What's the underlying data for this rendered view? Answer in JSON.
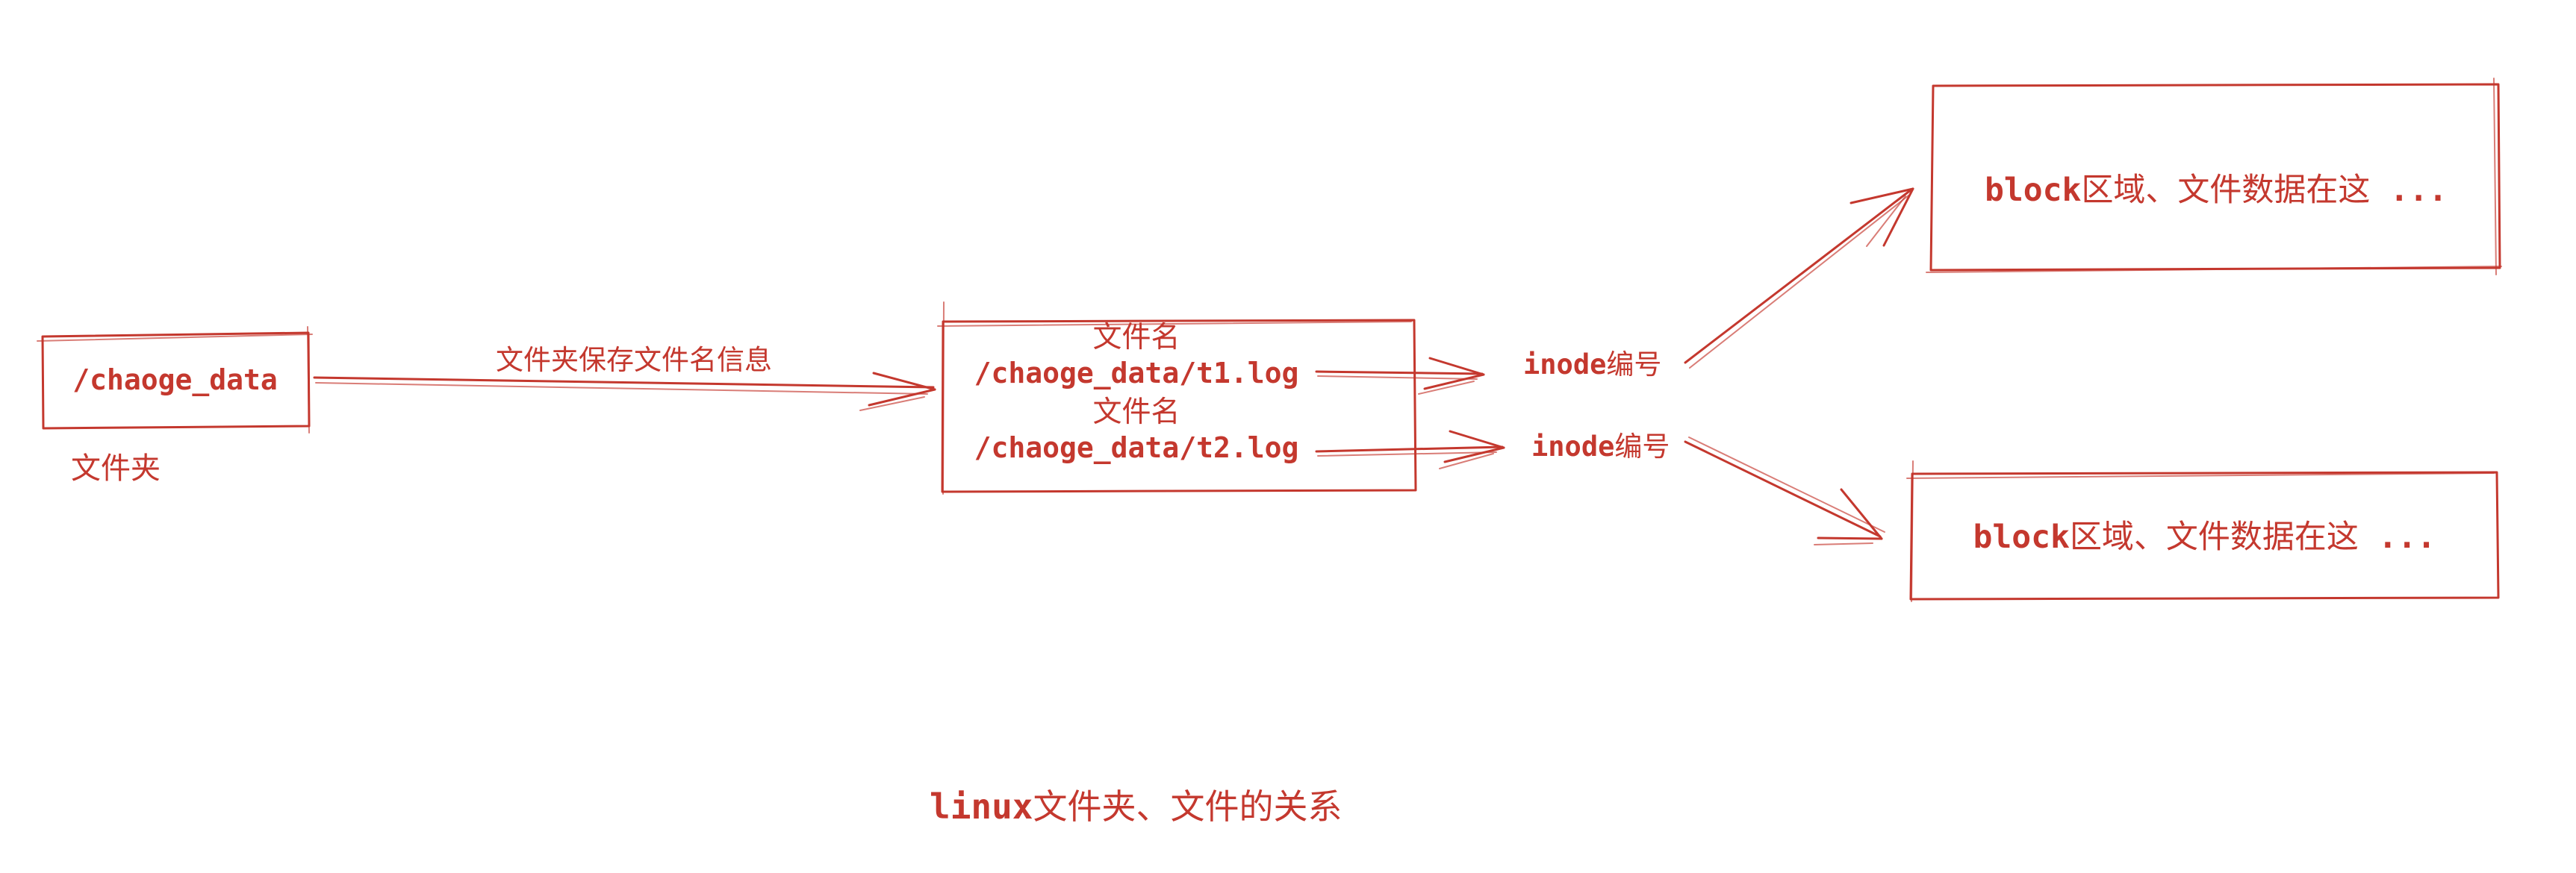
{
  "colors": {
    "accent": "#c4382e",
    "background": "#ffffff"
  },
  "diagram": {
    "folder_box": {
      "path": "/chaoge_data",
      "caption": "文件夹"
    },
    "flow_arrow_label": "文件夹保存文件名信息",
    "file_table": {
      "rows": [
        {
          "label": "文件名",
          "path": "/chaoge_data/t1.log"
        },
        {
          "label": "文件名",
          "path": "/chaoge_data/t2.log"
        }
      ]
    },
    "inode_refs": [
      {
        "mono": "inode",
        "cjk": "编号"
      },
      {
        "mono": "inode",
        "cjk": "编号"
      }
    ],
    "block_boxes": [
      {
        "mono": "block",
        "cjk": "区域、文件数据在这",
        "ellipsis": " ..."
      },
      {
        "mono": "block",
        "cjk": "区域、文件数据在这",
        "ellipsis": " ..."
      }
    ],
    "title": {
      "mono": "linux",
      "cjk": "文件夹、文件的关系"
    }
  }
}
